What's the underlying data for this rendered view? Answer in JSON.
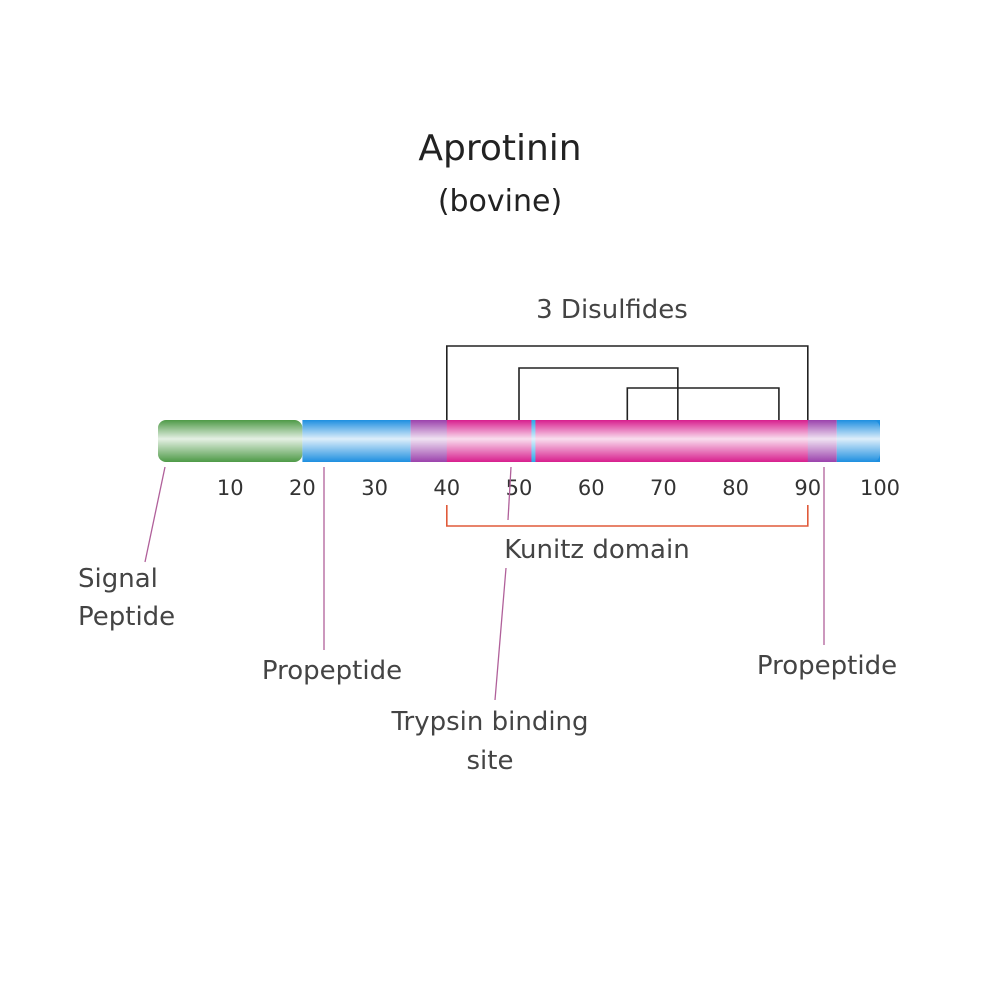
{
  "title": "Aprotinin",
  "subtitle": "(bovine)",
  "disulfides": {
    "label": "3 Disulfides",
    "bonds": [
      [
        40,
        90
      ],
      [
        50,
        72
      ],
      [
        65,
        86
      ]
    ]
  },
  "sequence": {
    "start": 0,
    "end": 100,
    "segments": [
      {
        "name": "Signal Peptide",
        "from": 0,
        "to": 20,
        "color": "#4e9a47"
      },
      {
        "name": "Propeptide",
        "from": 20,
        "to": 35,
        "color": "#1e8fe0"
      },
      {
        "name": "Kunitz domain",
        "from": 35,
        "to": 94,
        "color": "#d81f8e"
      },
      {
        "name": "Propeptide",
        "from": 94,
        "to": 100,
        "color": "#1e8fe0"
      }
    ],
    "trypsin_site": 52
  },
  "ticks": [
    "10",
    "20",
    "30",
    "40",
    "50",
    "60",
    "70",
    "80",
    "90",
    "100"
  ],
  "kunitz": {
    "label": "Kunitz domain",
    "from": 40,
    "to": 90,
    "color": "#e05a3a"
  },
  "labels": {
    "signal_line1": "Signal",
    "signal_line2": "Peptide",
    "propeptide_left": "Propeptide",
    "propeptide_right": "Propeptide",
    "trypsin_line1": "Trypsin binding",
    "trypsin_line2": "site"
  },
  "colors": {
    "leader_line": "#b0609a",
    "bond_line": "#222222"
  }
}
